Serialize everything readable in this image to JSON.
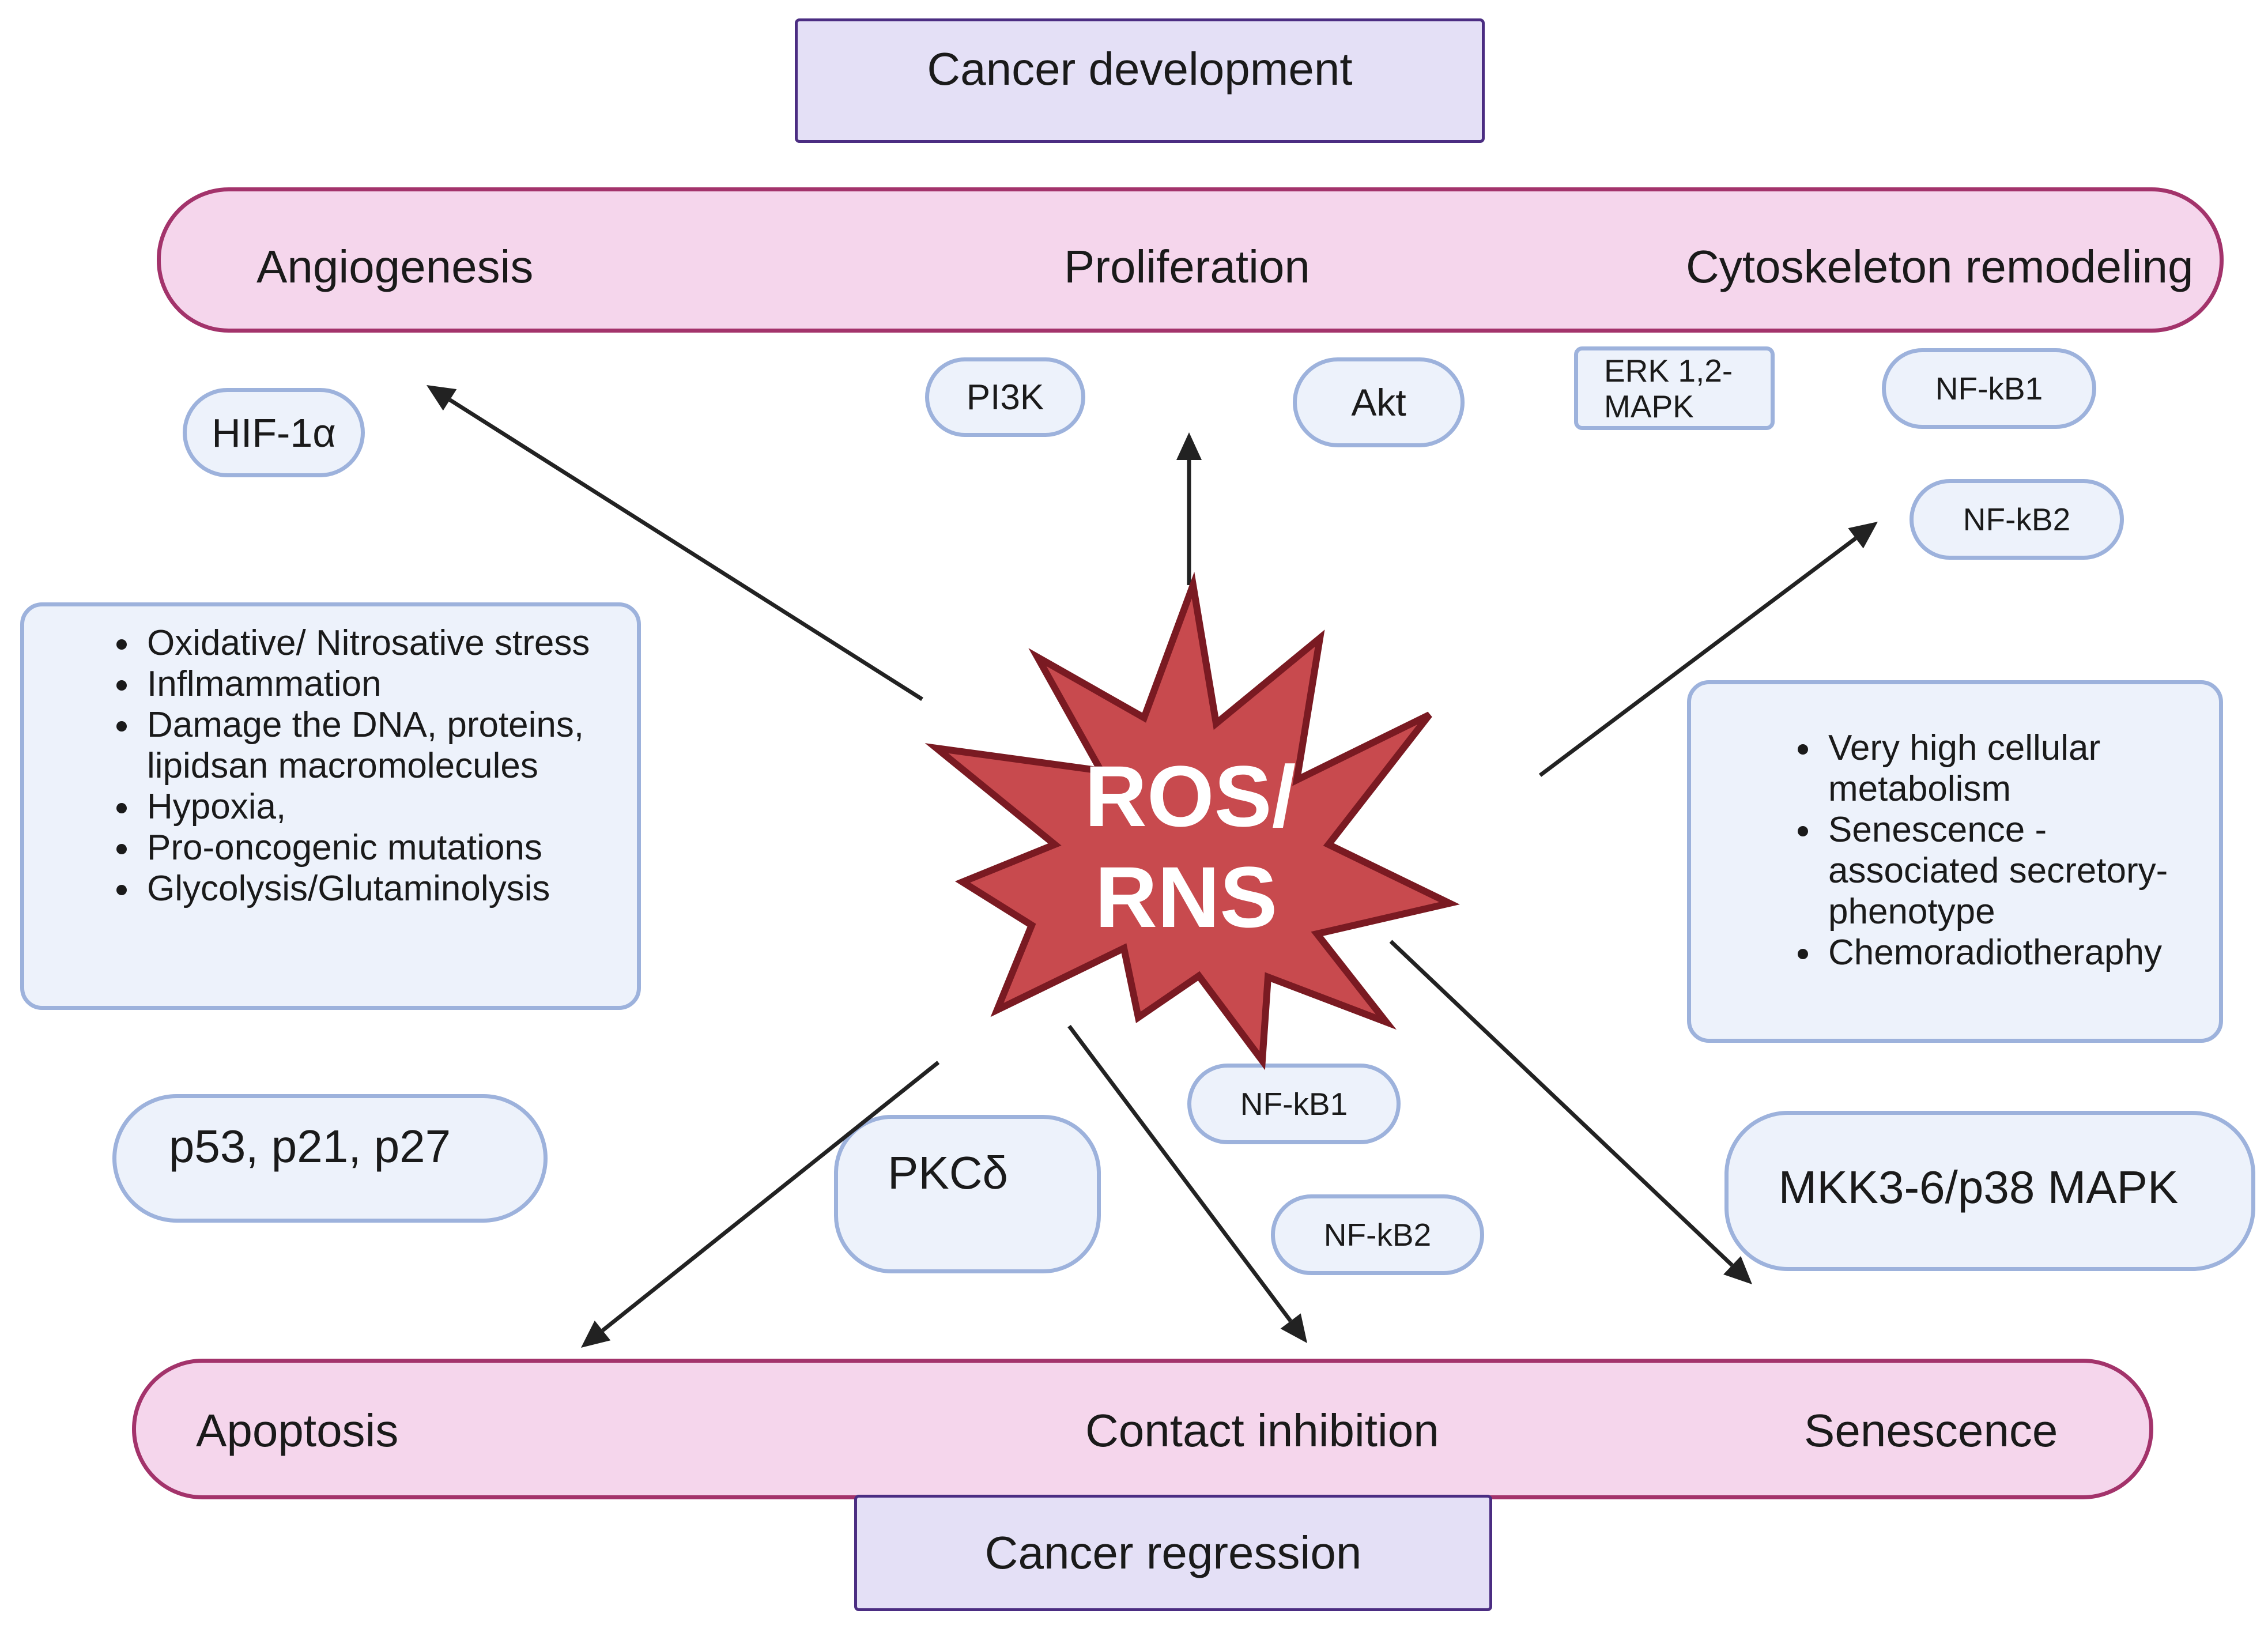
{
  "header": {
    "title": "Cancer development"
  },
  "footer": {
    "title": "Cancer regression"
  },
  "top_band": {
    "labels": [
      "Angiogenesis",
      "Proliferation",
      "Cytoskeleton remodeling"
    ]
  },
  "bottom_band": {
    "labels": [
      "Apoptosis",
      "Contact inhibition",
      "Senescence"
    ]
  },
  "center": {
    "line1": "ROS/",
    "line2": "RNS"
  },
  "mediators": {
    "hif": "HIF-1α",
    "pi3k": "PI3K",
    "akt": "Akt",
    "erk_line1": "ERK 1,2-",
    "erk_line2": "MAPK",
    "nfkb1_top": "NF-kB1",
    "nfkb2_top": "NF-kB2",
    "p53": "p53, p21, p27",
    "pkc": "PKCδ",
    "nfkb1_bottom": "NF-kB1",
    "nfkb2_bottom": "NF-kB2",
    "mkk": "MKK3-6/p38 MAPK"
  },
  "left_box": {
    "items": [
      "Oxidative/ Nitrosative stress",
      "Inflmammation",
      "Damage the DNA, proteins, lipidsan macromolecules",
      "Hypoxia,",
      "Pro-oncogenic mutations",
      "Glycolysis/Glutaminolysis"
    ]
  },
  "right_box": {
    "items": [
      "Very high cellular metabolism",
      "Senescence - associated secretory-phenotype",
      "Chemoradiotheraphy"
    ]
  },
  "colors": {
    "star_fill": "#c84a4e",
    "star_stroke": "#7a1a22",
    "band_fill": "#f5d6ec",
    "band_stroke": "#a3336b",
    "header_fill": "#e4e0f6",
    "header_stroke": "#4b2d82",
    "pill_fill": "#edf2fb",
    "pill_stroke": "#9db2dc",
    "arrow": "#222222"
  }
}
